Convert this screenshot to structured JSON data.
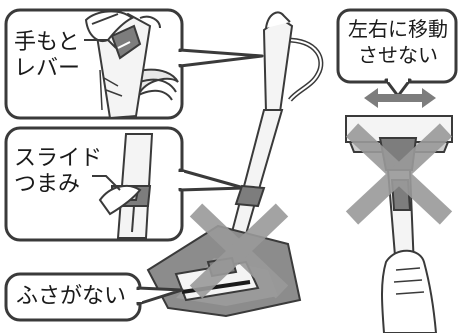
{
  "callouts": {
    "hand_lever": "手もと\nレバー",
    "slide_knob": "スライド\nつまみ",
    "no_lid": "ふさがない",
    "no_side_move": "左右に移動\nさせない"
  },
  "colors": {
    "outline": "#3a3a3a",
    "cross": "#9a9a9a",
    "fill_gray": "#cfcfcf",
    "fill_dark": "#7d7d7d",
    "cloth": "#8c8c8c"
  }
}
